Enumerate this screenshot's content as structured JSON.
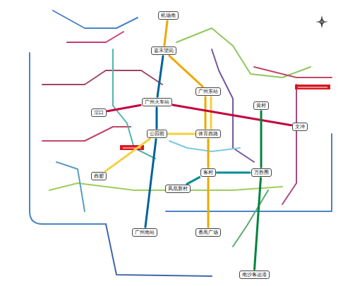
{
  "diagram": {
    "nodes": [
      {
        "text": [
          "机场南"
        ]
      },
      {
        "text": [
          "嘉禾望岗"
        ]
      },
      {
        "text": [
          "广州火车站"
        ]
      },
      {
        "text": [
          "广州东站"
        ]
      },
      {
        "text": [
          "西塑"
        ]
      },
      {
        "text": [
          "公园前"
        ]
      },
      {
        "text": [
          "体育西路"
        ]
      },
      {
        "text": [
          "滘口"
        ]
      },
      {
        "text": [
          "文冲"
        ]
      },
      {
        "text": [
          "客村"
        ]
      },
      {
        "text": [
          "万胜围"
        ]
      },
      {
        "text": [
          "番禺广场"
        ]
      },
      {
        "text": [
          "广州南站"
        ]
      },
      {
        "text": [
          "黄村"
        ]
      },
      {
        "text": [
          "南沙客运港"
        ]
      },
      {
        "text": [
          "凤凰新村"
        ]
      }
    ],
    "edges": [
      {
        "from": 0,
        "to": 1,
        "arrow": "none"
      },
      {
        "from": 1,
        "to": 3,
        "arrow": "none"
      },
      {
        "from": 3,
        "to": 6,
        "arrow": "none"
      },
      {
        "from": 6,
        "to": 9,
        "arrow": "none"
      },
      {
        "from": 9,
        "to": 11,
        "arrow": "none"
      },
      {
        "from": 1,
        "to": 2,
        "arrow": "none"
      },
      {
        "from": 2,
        "to": 5,
        "arrow": "none"
      },
      {
        "from": 5,
        "to": 12,
        "arrow": "none"
      },
      {
        "from": 4,
        "to": 5,
        "arrow": "none"
      },
      {
        "from": 5,
        "to": 6,
        "arrow": "none"
      },
      {
        "from": 6,
        "to": 3,
        "arrow": "none"
      },
      {
        "from": 7,
        "to": 2,
        "arrow": "none"
      },
      {
        "from": 2,
        "to": 8,
        "arrow": "none"
      },
      {
        "from": 13,
        "to": 10,
        "arrow": "none"
      },
      {
        "from": 10,
        "to": 14,
        "arrow": "none"
      },
      {
        "from": 15,
        "to": 9,
        "arrow": "none"
      },
      {
        "from": 9,
        "to": 10,
        "arrow": "none"
      }
    ]
  }
}
